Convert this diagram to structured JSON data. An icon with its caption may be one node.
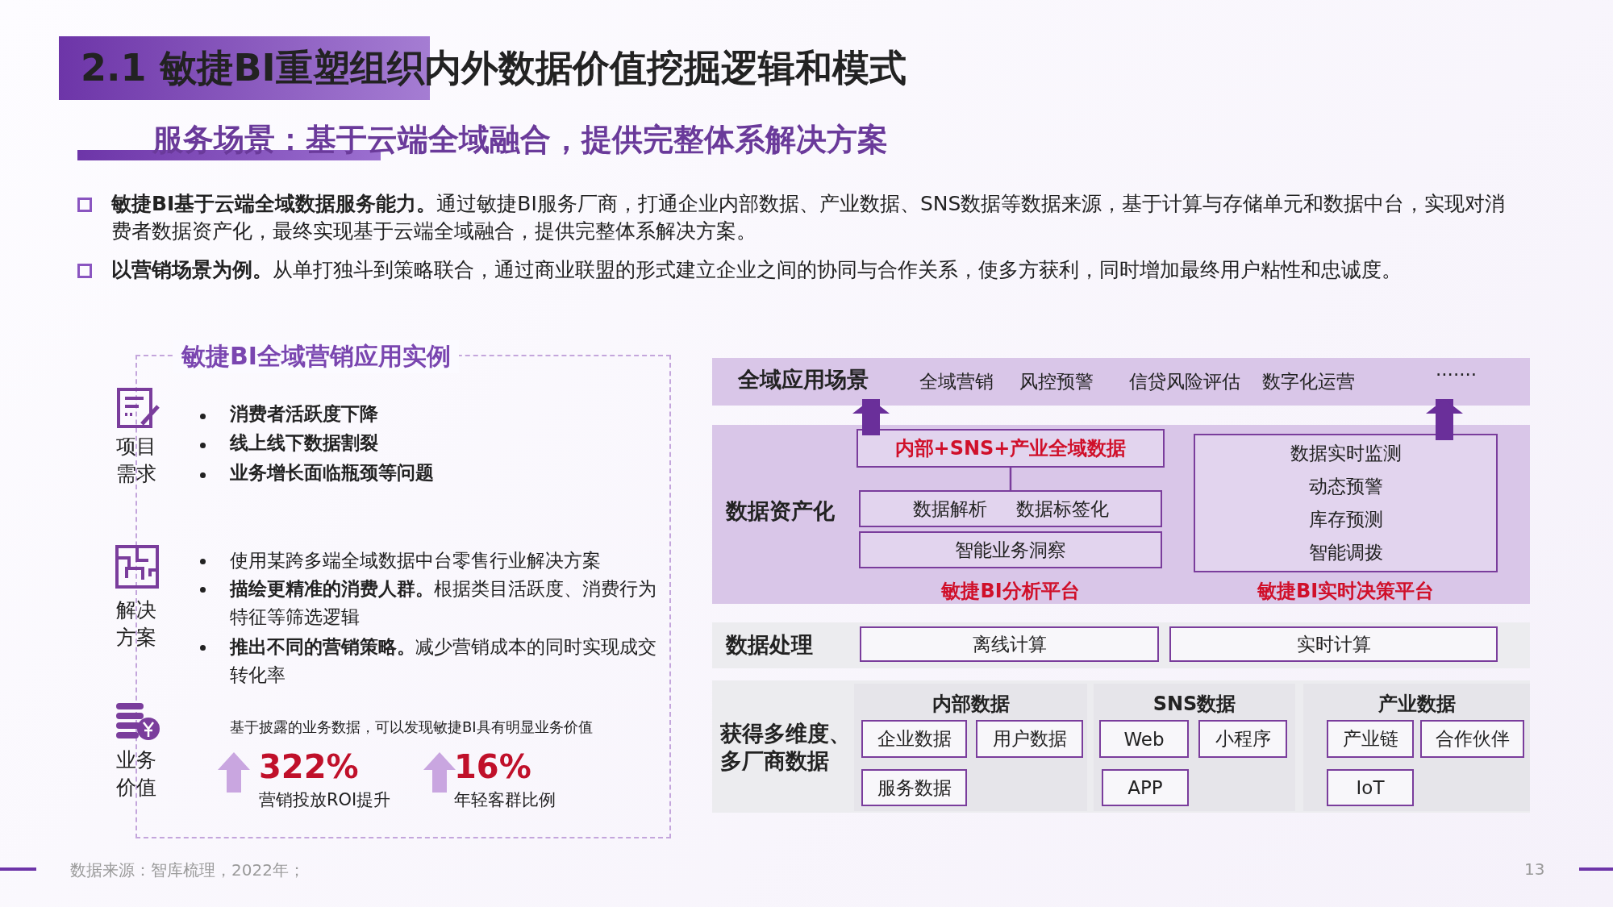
{
  "diagram": {
    "title": "2.1 敏捷BI重塑组织内外数据价值挖掘逻辑和模式",
    "nodes": [
      {
        "text": [
          "全域应用场景",
          "全域营销",
          "风控预警",
          "信贷风险评估",
          "数字化运营",
          "·······"
        ]
      },
      {
        "text": [
          "数据资产化"
        ]
      },
      {
        "text": [
          "内部+SNS+产业全域数据"
        ],
        "in": 1
      },
      {
        "text": [
          "数据解析",
          "数据标签化"
        ],
        "in": 1
      },
      {
        "text": [
          "智能业务洞察"
        ],
        "in": 1,
        "beside": [
          "敏捷BI分析平台"
        ]
      },
      {
        "text": [
          "数据实时监测",
          "动态预警",
          "库存预测",
          "智能调拨"
        ],
        "in": 1,
        "beside": [
          "敏捷BI实时决策平台"
        ]
      },
      {
        "text": [
          "数据处理"
        ]
      },
      {
        "text": [
          "离线计算"
        ],
        "in": 6
      },
      {
        "text": [
          "实时计算"
        ],
        "in": 6
      },
      {
        "text": [
          "获得多维度、多厂商数据"
        ]
      },
      {
        "text": [
          "内部数据"
        ],
        "in": 9
      },
      {
        "text": [
          "企业数据"
        ],
        "in": 10
      },
      {
        "text": [
          "用户数据"
        ],
        "in": 10
      },
      {
        "text": [
          "服务数据"
        ],
        "in": 10
      },
      {
        "text": [
          "SNS数据"
        ],
        "in": 9
      },
      {
        "text": [
          "Web"
        ],
        "in": 14
      },
      {
        "text": [
          "小程序"
        ],
        "in": 14
      },
      {
        "text": [
          "APP"
        ],
        "in": 14
      },
      {
        "text": [
          "产业数据"
        ],
        "in": 9
      },
      {
        "text": [
          "产业链"
        ],
        "in": 18
      },
      {
        "text": [
          "合作伙伴"
        ],
        "in": 18
      },
      {
        "text": [
          "IoT"
        ],
        "in": 18
      },
      {
        "text": [
          "敏捷BI全域营销应用实例"
        ]
      }
    ],
    "edges": [
      {
        "from": 2,
        "to": 0,
        "arrow": "to"
      },
      {
        "from": 5,
        "to": 0,
        "arrow": "to"
      },
      {
        "from": 2,
        "to": 3,
        "arrow": "none"
      }
    ],
    "labels": [
      "服务场景：基于云端全域融合，提供完整体系解决方案",
      "**敏捷BI基于云端全域数据服务能力。**通过敏捷BI服务厂商，打通企业内部数据、产业数据、SNS数据等数据来源，基于计算与存储单元和数据中台，实现对消费者数据资产化，最终实现基于云端全域融合，提供完整体系解决方案。",
      "**以营销场景为例。**从单打独斗到策略联合，通过商业联盟的形式建立企业之间的协同与合作关系，使多方获利，同时增加最终用户粘性和忠诚度。",
      "项目需求",
      "消费者活跃度下降",
      "线上线下数据割裂",
      "业务增长面临瓶颈等问题",
      "解决方案",
      "使用某跨多端全域数据中台零售行业解决方案",
      "**描绘更精准的消费人群。**根据类目活跃度、消费行为特征等筛选逻辑",
      "**推出不同的营销策略。**减少营销成本的同时实现成交转化率",
      "业务价值",
      "基于披露的业务数据，可以发现敏捷BI具有明显业务价值",
      "322%",
      "营销投放ROI提升",
      "16%",
      "年轻客群比例",
      "数据来源：智库梳理，2022年；",
      "13"
    ]
  }
}
